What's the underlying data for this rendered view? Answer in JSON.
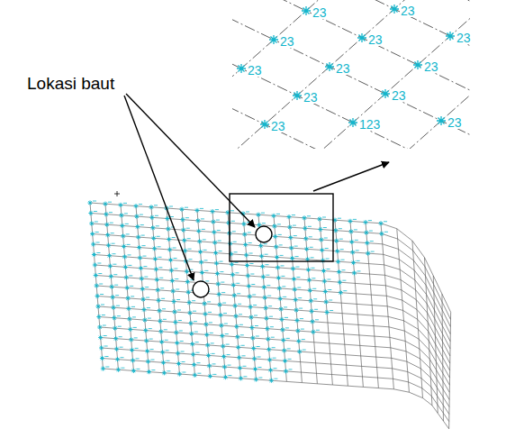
{
  "diagram": {
    "labels": [
      "Lokasi baut",
      "23",
      "23",
      "23",
      "23",
      "23",
      "23",
      "23",
      "23",
      "23",
      "23",
      "23",
      "123",
      "23"
    ]
  }
}
